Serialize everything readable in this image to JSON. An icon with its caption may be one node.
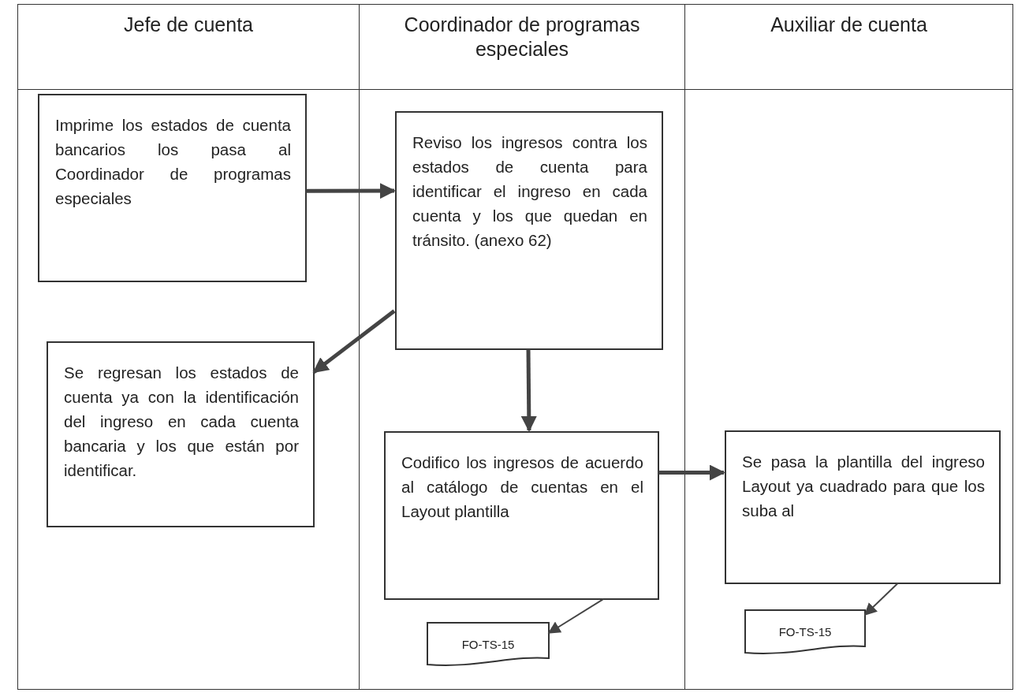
{
  "diagram": {
    "nodes": [
      {
        "text": [
          "Jefe de cuenta"
        ]
      },
      {
        "text": [
          "Coordinador de programas especiales"
        ]
      },
      {
        "text": [
          "Auxiliar de cuenta"
        ]
      },
      {
        "text": [
          "Imprime los estados de cuenta bancarios los pasa al Coordinador de programas especiales"
        ],
        "in": 0
      },
      {
        "text": [
          "Reviso los ingresos contra los estados de cuenta para identificar el ingreso en cada cuenta y los que quedan en tránsito. (anexo 62)"
        ],
        "in": 1
      },
      {
        "text": [
          "Se regresan los estados de cuenta ya con la identificación del ingreso en cada cuenta bancaria y los que están por identificar."
        ],
        "in": 0
      },
      {
        "text": [
          "Codifico los ingresos de acuerdo al catálogo de cuentas en el Layout plantilla"
        ],
        "in": 1
      },
      {
        "text": [
          "FO-TS-15"
        ],
        "in": 1
      },
      {
        "text": [
          "Se pasa la plantilla del ingreso Layout ya cuadrado para que los suba al"
        ],
        "in": 2
      },
      {
        "text": [
          "FO-TS-15"
        ],
        "in": 2
      }
    ],
    "edges": [
      {
        "from": 3,
        "to": 4,
        "arrow": "to"
      },
      {
        "from": 4,
        "to": 5,
        "arrow": "to"
      },
      {
        "from": 4,
        "to": 6,
        "arrow": "to"
      },
      {
        "from": 6,
        "to": 8,
        "arrow": "to"
      },
      {
        "from": 6,
        "to": 7,
        "arrow": "to"
      },
      {
        "from": 8,
        "to": 9,
        "arrow": "to"
      }
    ]
  }
}
